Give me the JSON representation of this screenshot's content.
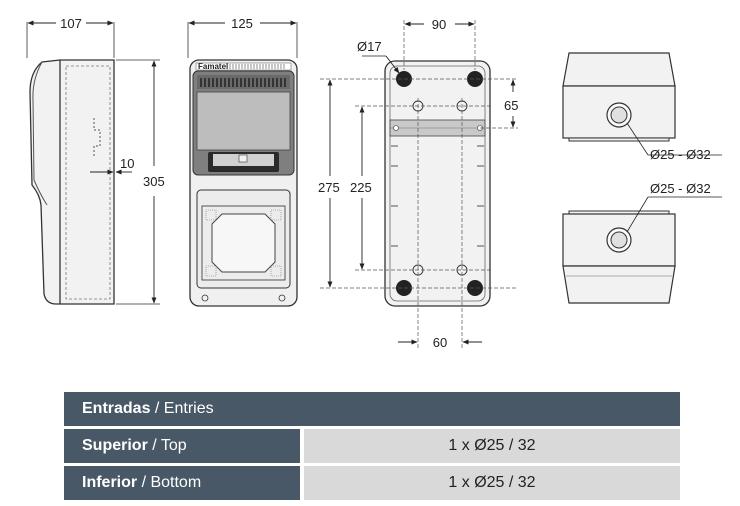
{
  "dimensions": {
    "side_depth": "107",
    "front_width": "125",
    "wall_offset": "10",
    "total_height": "305",
    "hole_spacing_top": "90",
    "hole_diameter": "Ø17",
    "top_offset": "65",
    "hole_vertical_275": "275",
    "hole_vertical_225": "225",
    "hole_spacing_bottom": "60",
    "entry_top": "Ø25 - Ø32",
    "entry_bottom": "Ø25 - Ø32"
  },
  "brand": "Famatel",
  "table": {
    "header_bold": "Entradas",
    "header_light": " / Entries",
    "rows": [
      {
        "label_bold": "Superior",
        "label_light": " / Top",
        "value": "1 x Ø25 / 32"
      },
      {
        "label_bold": "Inferior",
        "label_light": " / Bottom",
        "value": "1 x Ø25 / 32"
      }
    ]
  }
}
